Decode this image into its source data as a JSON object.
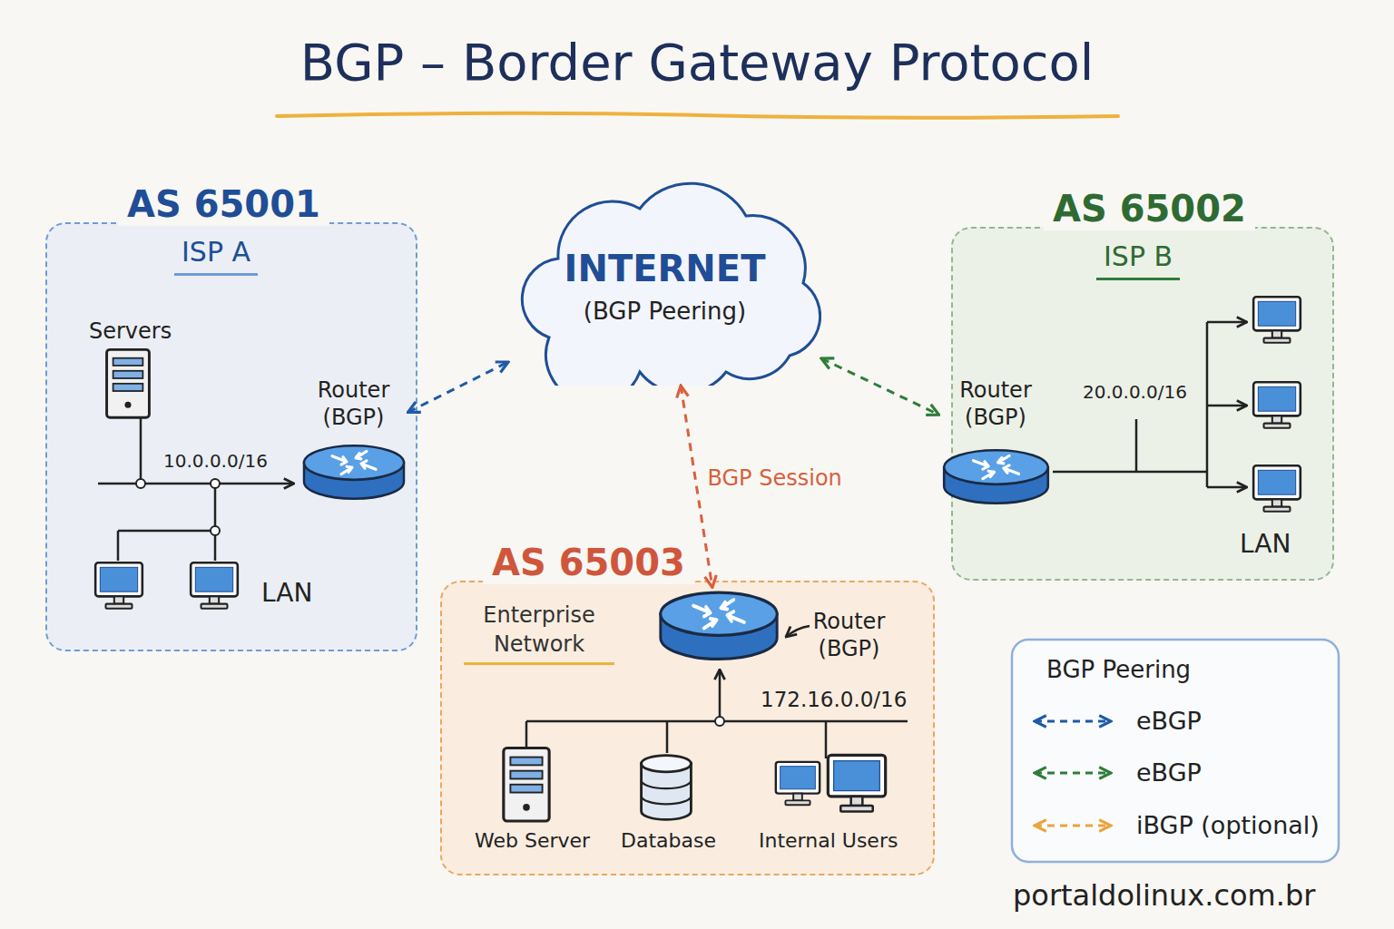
{
  "diagram": {
    "title": "BGP – Border Gateway Protocol",
    "nodes": [
      {
        "text": [
          "AS 65001",
          "ISP A"
        ]
      },
      {
        "text": [
          "Router (BGP)"
        ],
        "in": 0
      },
      {
        "text": [
          "INTERNET",
          "(BGP Peering)"
        ]
      },
      {
        "text": [
          "AS 65002",
          "ISP B"
        ]
      },
      {
        "text": [
          "Router (BGP)"
        ],
        "in": 3
      },
      {
        "text": [
          "AS 65003",
          "Enterprise Network"
        ]
      },
      {
        "text": [
          "Router (BGP)"
        ],
        "in": 5
      }
    ],
    "edges": [
      {
        "from": 1,
        "to": 2,
        "arrow": "both"
      },
      {
        "from": 2,
        "to": 4,
        "arrow": "both"
      },
      {
        "from": 2,
        "to": 6,
        "label": "BGP Session",
        "arrow": "both"
      }
    ],
    "labels": [
      "Servers",
      "10.0.0.0/16",
      "LAN",
      "20.0.0.0/16",
      "LAN",
      "172.16.0.0/16",
      "Web Server",
      "Database",
      "Internal Users",
      "BGP Peering",
      "portaldolinux.com.br"
    ],
    "legend": [
      {
        "text": "eBGP"
      },
      {
        "text": "eBGP"
      },
      {
        "text": "iBGP (optional)"
      }
    ]
  }
}
